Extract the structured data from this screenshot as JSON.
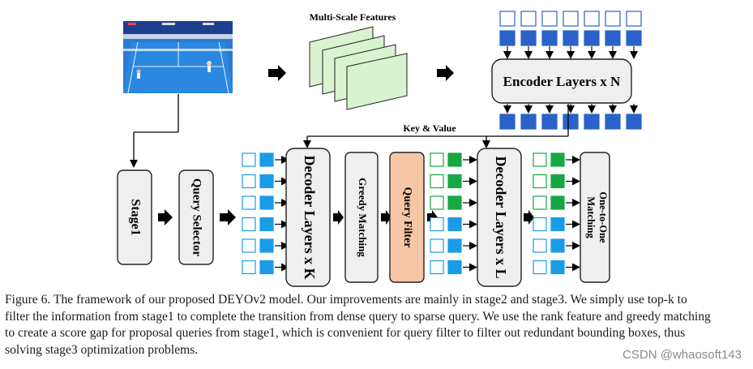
{
  "diagram": {
    "multi_scale_label": "Multi-Scale Features",
    "encoder_label": "Encoder Layers x N",
    "key_value_label": "Key & Value",
    "stage1_label": "Stage1",
    "query_selector_label": "Query Selector",
    "decoder_k_label": "Decoder Layers x K",
    "greedy_matching_label": "Greedy Matching",
    "query_filter_label": "Query Filter",
    "decoder_l_label": "Decoder Layers x L",
    "one_to_one_label": "One-to-One Matching",
    "colors": {
      "query_blue": "#1a9be8",
      "query_blue_outline": "#1a9be8",
      "encoder_token": "#2a62c9",
      "encoder_token_outline": "#2a62c9",
      "selected_green": "#17a745",
      "feature_map": "#d8f3cf",
      "query_filter": "#f6c7a7",
      "box_fill": "#efefef"
    }
  },
  "caption": {
    "lines": [
      "Figure 6. The framework of our proposed DEYOv2 model. Our improvements are mainly in stage2 and stage3. We simply use top-k to",
      "filter the information from stage1 to complete the transition from dense query to sparse query. We use the rank feature and greedy matching",
      "to create a score gap for proposal queries from stage1, which is convenient for query filter to filter out redundant bounding boxes, thus",
      "solving stage3 optimization problems."
    ]
  },
  "watermark": "CSDN @whaosoft143"
}
